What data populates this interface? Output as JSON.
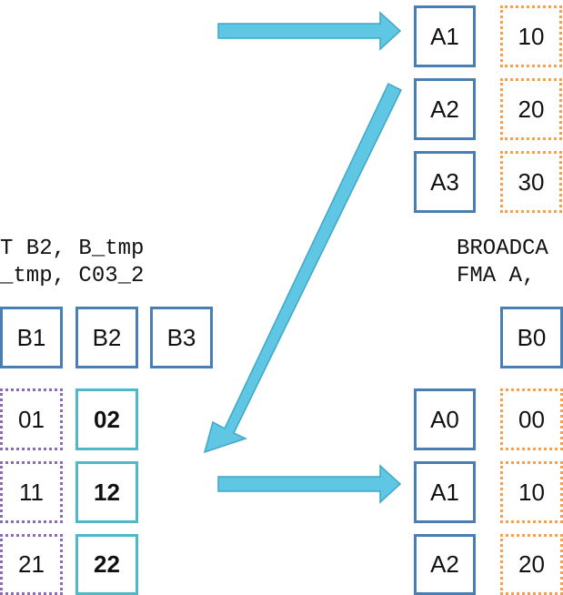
{
  "colors": {
    "arrow": "#5fc6e4",
    "arrow_outline": "#3ea7c8",
    "box_blue": "#4a7fb5",
    "box_orange_dotted": "#f5a04a",
    "box_purple_dotted": "#8a6bb5",
    "box_teal": "#4fb8c9"
  },
  "code_left": {
    "line1": "T B2, B_tmp",
    "line2": "_tmp, C03_2"
  },
  "code_right": {
    "line1": "BROADCA",
    "line2": "FMA A,"
  },
  "top_right": {
    "a_labels": [
      "A1",
      "A2",
      "A3"
    ],
    "values": [
      "10",
      "20",
      "30"
    ]
  },
  "left_grid": {
    "headers": [
      "B1",
      "B2",
      "B3"
    ],
    "col1": [
      "01",
      "11",
      "21"
    ],
    "col2": [
      "02",
      "12",
      "22"
    ]
  },
  "bottom_right": {
    "header": "B0",
    "a_labels": [
      "A0",
      "A1",
      "A2"
    ],
    "values": [
      "00",
      "10",
      "20"
    ]
  }
}
